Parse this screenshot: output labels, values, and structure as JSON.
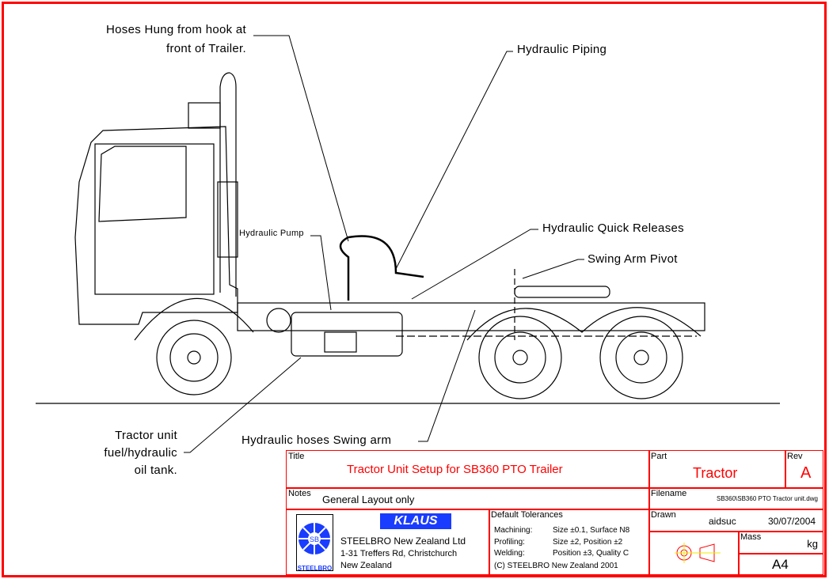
{
  "callouts": {
    "hoses_hung": [
      "Hoses Hung from hook at",
      "front of Trailer."
    ],
    "hydraulic_piping": "Hydraulic Piping",
    "hydraulic_pump": "Hydraulic Pump",
    "quick_releases": "Hydraulic Quick Releases",
    "swing_arm_pivot": "Swing Arm Pivot",
    "fuel_tank": [
      "Tractor unit",
      "fuel/hydraulic",
      "oil tank."
    ],
    "hoses_swing_arm": "Hydraulic hoses Swing arm"
  },
  "title_block": {
    "title_label": "Title",
    "title": "Tractor Unit Setup for SB360 PTO Trailer",
    "part_label": "Part",
    "part": "Tractor",
    "rev_label": "Rev",
    "rev": "A",
    "notes_label": "Notes",
    "notes": "General Layout only",
    "filename_label": "Filename",
    "filename": "SB360\\SB360 PTO Tractor unit.dwg",
    "logo_text": "STEELBRO",
    "logo_badge": "SB",
    "brand": "KLAUS",
    "company": "STEELBRO New Zealand Ltd",
    "address": "1-31 Treffers Rd, Christchurch",
    "country": "New Zealand",
    "tolerances_label": "Default Tolerances",
    "tolerances": [
      {
        "process": "Machining:",
        "value": "Size ±0.1, Surface N8"
      },
      {
        "process": "Profiling:",
        "value": "Size ±2, Position ±2"
      },
      {
        "process": "Welding:",
        "value": "Position ±3, Quality C"
      }
    ],
    "copyright": "(C) STEELBRO New Zealand 2001",
    "drawn_label": "Drawn",
    "drawn_by": "aidsuc",
    "date": "30/07/2004",
    "mass_label": "Mass",
    "mass_unit": "kg",
    "sheet": "A4"
  },
  "colors": {
    "border": "#ff0000",
    "logo": "#1a3cff"
  }
}
